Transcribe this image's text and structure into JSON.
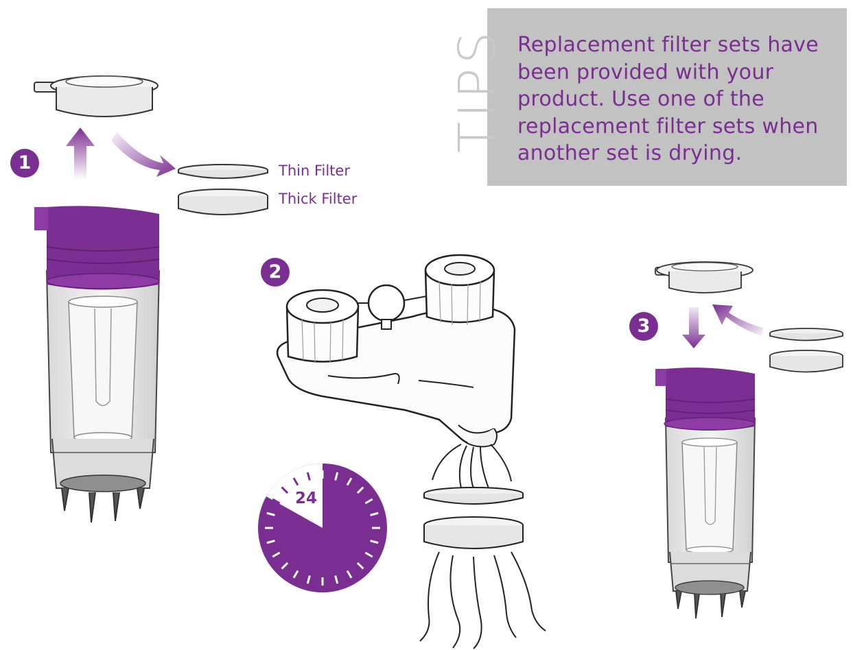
{
  "tips": {
    "heading": "TIPS",
    "text": "Replacement filter sets have been provided with your product. Use one of the replacement filter sets when another set is drying."
  },
  "filters": {
    "thin_label": "Thin Filter",
    "thick_label": "Thick Filter"
  },
  "steps": [
    {
      "number": "1"
    },
    {
      "number": "2"
    },
    {
      "number": "3"
    }
  ],
  "timer": {
    "value": "24"
  },
  "colors": {
    "accent": "#7b2e92",
    "tips_background": "#c2c2c2",
    "tips_heading": "#c9c9c9"
  }
}
